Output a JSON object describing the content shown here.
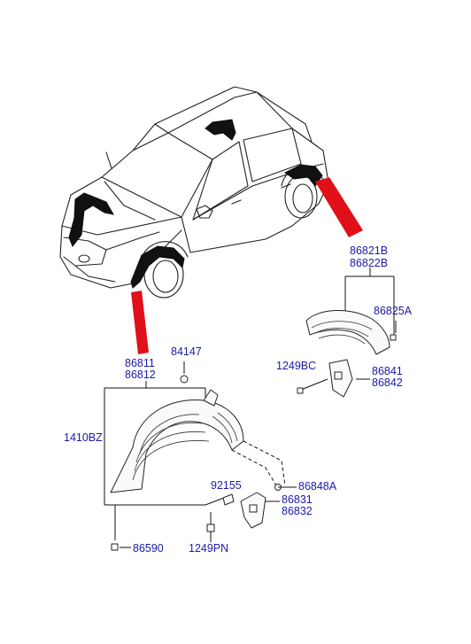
{
  "diagram": {
    "labels": {
      "p86821B": "86821B",
      "p86822B": "86822B",
      "p86825A": "86825A",
      "p1249BC": "1249BC",
      "p86841": "86841",
      "p86842": "86842",
      "p84147": "84147",
      "p86811": "86811",
      "p86812": "86812",
      "p1410BZ": "1410BZ",
      "p92155": "92155",
      "p86848A": "86848A",
      "p86831": "86831",
      "p86832": "86832",
      "p86590": "86590",
      "p1249PN": "1249PN"
    },
    "colors": {
      "label_text": "#1a1aa8",
      "leader_arrow": "#e0101a",
      "linework": "#111111"
    }
  }
}
